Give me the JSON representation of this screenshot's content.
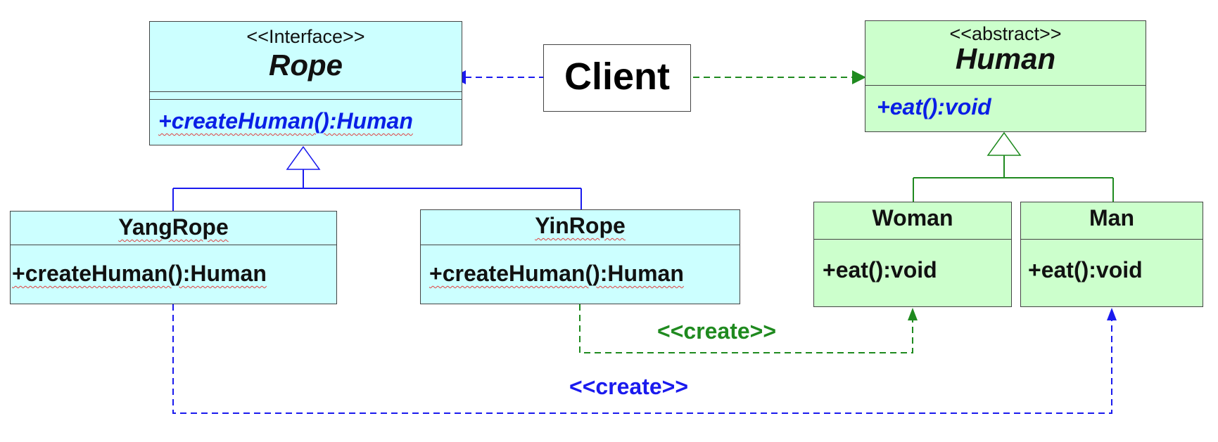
{
  "colors": {
    "blue_line": "#1a1aee",
    "green_line": "#1f8a1f",
    "cyan_fill": "#ccffff",
    "green_fill": "#ccffcc",
    "abstract_op": "#0a1fe6"
  },
  "rope": {
    "stereotype": "<<Interface>>",
    "name": "Rope",
    "operation": "+createHuman():Human"
  },
  "client": {
    "name": "Client"
  },
  "human": {
    "stereotype": "<<abstract>>",
    "name": "Human",
    "operation": "+eat():void"
  },
  "yang_rope": {
    "name": "YangRope",
    "operation": "+createHuman():Human"
  },
  "yin_rope": {
    "name": "YinRope",
    "operation": "+createHuman():Human"
  },
  "woman": {
    "name": "Woman",
    "operation": "+eat():void"
  },
  "man": {
    "name": "Man",
    "operation": "+eat():void"
  },
  "relations": {
    "yin_creates_woman": "<<create>>",
    "yang_creates_man": "<<create>>"
  }
}
